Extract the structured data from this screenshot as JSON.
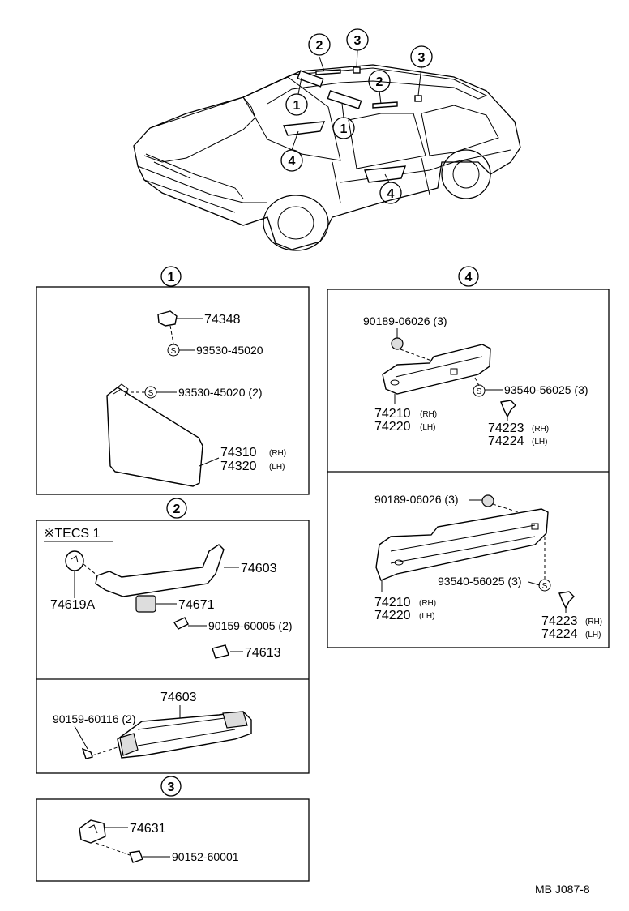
{
  "car_callouts": [
    "2",
    "3",
    "3",
    "2",
    "1",
    "1",
    "4",
    "4"
  ],
  "sections": {
    "s1": {
      "marker": "1",
      "parts": [
        {
          "no": "74348"
        },
        {
          "no": "93530-45020",
          "s": "S"
        },
        {
          "no": "93530-45020 (2)",
          "s": "S"
        },
        {
          "no": "74310",
          "side": "(RH)"
        },
        {
          "no": "74320",
          "side": "(LH)"
        }
      ]
    },
    "s2": {
      "marker": "2",
      "tecs": "※TECS 1",
      "parts": [
        {
          "no": "74603"
        },
        {
          "no": "74619A"
        },
        {
          "no": "74671"
        },
        {
          "no": "90159-60005 (2)"
        },
        {
          "no": "74613"
        },
        {
          "no": "74603"
        },
        {
          "no": "90159-60116 (2)"
        }
      ]
    },
    "s3": {
      "marker": "3",
      "parts": [
        {
          "no": "74631"
        },
        {
          "no": "90152-60001"
        }
      ]
    },
    "s4": {
      "marker": "4",
      "upper": [
        {
          "no": "90189-06026 (3)"
        },
        {
          "no": "93540-56025 (3)",
          "s": "S"
        },
        {
          "no": "74210",
          "side": "(RH)"
        },
        {
          "no": "74220",
          "side": "(LH)"
        },
        {
          "no": "74223",
          "side": "(RH)"
        },
        {
          "no": "74224",
          "side": "(LH)"
        }
      ],
      "lower": [
        {
          "no": "90189-06026 (3)"
        },
        {
          "no": "93540-56025 (3)",
          "s": "S"
        },
        {
          "no": "74210",
          "side": "(RH)"
        },
        {
          "no": "74220",
          "side": "(LH)"
        },
        {
          "no": "74223",
          "side": "(RH)"
        },
        {
          "no": "74224",
          "side": "(LH)"
        }
      ]
    }
  },
  "footer_code": "MB  J087-8"
}
